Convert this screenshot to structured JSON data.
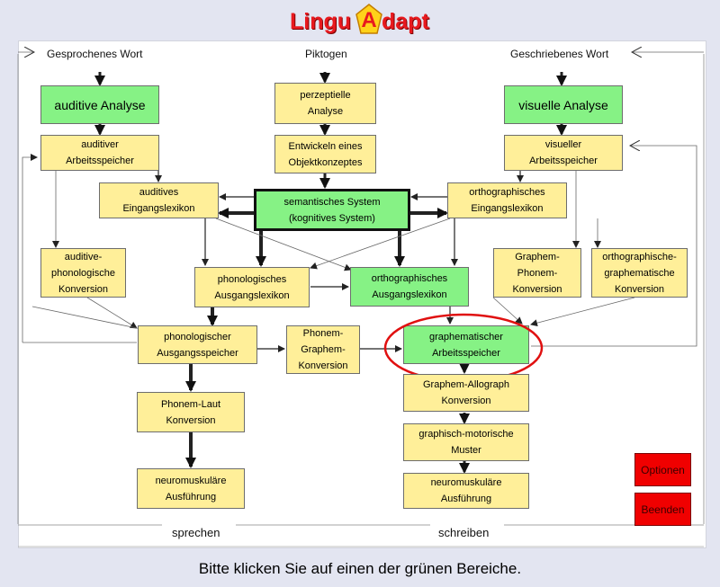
{
  "logo": {
    "text_left": "Lingu",
    "letter": "A",
    "text_right": "dapt"
  },
  "headers": {
    "spoken": "Gesprochenes Wort",
    "piktogen": "Piktogen",
    "written": "Geschriebenes Wort"
  },
  "nodes": {
    "auditive_analyse": "auditive Analyse",
    "perzeptielle_analyse": "perzeptielle\nAnalyse",
    "visuelle_analyse": "visuelle Analyse",
    "auditiver_arbeitsspeicher": "auditiver\nArbeitsspeicher",
    "objektkonzepte": "Entwickeln eines\nObjektkonzeptes",
    "visueller_arbeitsspeicher": "visueller\nArbeitsspeicher",
    "auditives_eingangslexikon": "auditives\nEingangslexikon",
    "semantisches_system": "semantisches System\n(kognitives System)",
    "orthographisches_eingangslexikon": "orthographisches\nEingangslexikon",
    "auditive_phonologische_konversion": "auditive-\nphonologische\nKonversion",
    "phonologisches_ausgangslexikon": "phonologisches\nAusgangslexikon",
    "orthographisches_ausgangslexikon": "orthographisches\nAusgangslexikon",
    "graphem_phonem_konversion": "Graphem-\nPhonem-\nKonversion",
    "orthographisch_graphematische_konversion": "orthographische-\ngraphematische\nKonversion",
    "phonologischer_ausgangsspeicher": "phonologischer\nAusgangsspeicher",
    "phonem_graphem_konversion": "Phonem-\nGraphem-\nKonversion",
    "graphematischer_arbeitsspeicher": "graphematischer\nArbeitsspeicher",
    "phonem_laut_konversion": "Phonem-Laut\nKonversion",
    "graphem_allograph_konversion": "Graphem-Allograph\nKonversion",
    "neuromuskulaere_sprechen": "neuromuskuläre\nAusführung",
    "graphisch_motorische_muster": "graphisch-motorische\nMuster",
    "neuromuskulaere_schreiben": "neuromuskuläre\nAusführung"
  },
  "footer_labels": {
    "speak": "sprechen",
    "write": "schreiben"
  },
  "buttons": {
    "options": "Optionen",
    "quit": "Beenden"
  },
  "hint": "Bitte klicken Sie auf einen der grünen Bereiche.",
  "colors": {
    "box_yellow": "#ffef99",
    "box_green": "#86f285",
    "button_red": "#f00000",
    "highlight_ring": "#e01010",
    "logo_red": "#e8191e",
    "logo_yellow": "#ffd21a"
  }
}
